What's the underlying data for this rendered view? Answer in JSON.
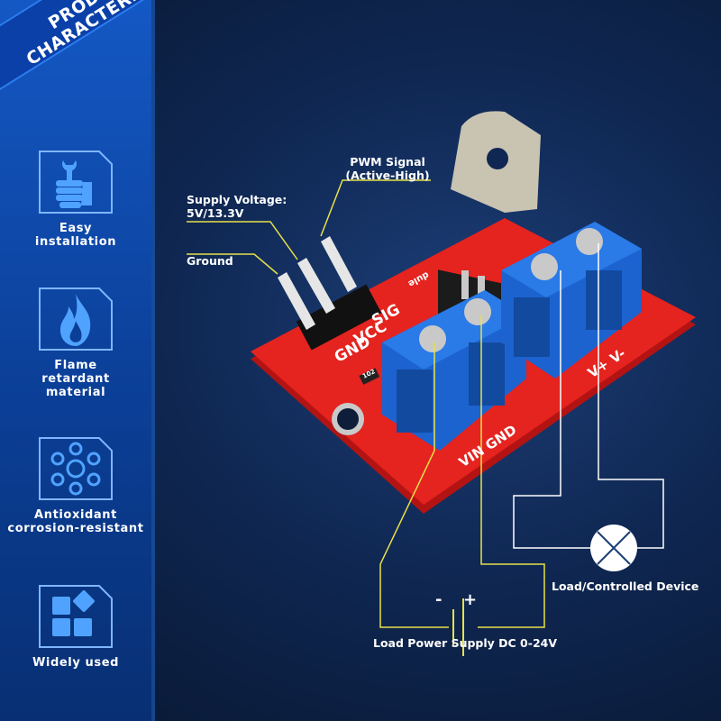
{
  "ribbon": {
    "line1": "PRODUCT",
    "line2": "CHARACTERISTIC"
  },
  "features": [
    {
      "icon": "hand-wrench-icon",
      "lines": [
        "Easy",
        "installation"
      ]
    },
    {
      "icon": "flame-icon",
      "lines": [
        "Flame",
        "retardant",
        "material"
      ]
    },
    {
      "icon": "molecule-icon",
      "lines": [
        "Antioxidant",
        "corrosion-resistant"
      ]
    },
    {
      "icon": "tiles-icon",
      "lines": [
        "Widely used"
      ]
    }
  ],
  "callouts": {
    "pwm_line1": "PWM Signal",
    "pwm_line2": "(Active-High)",
    "supply_line1": "Supply Voltage:",
    "supply_line2": "5V/13.3V",
    "ground": "Ground",
    "load": "Load/Controlled Device",
    "power_supply": "Load Power Supply DC 0-24V",
    "minus": "-",
    "plus": "+"
  },
  "pcb_labels": {
    "sig": "SIG",
    "vcc": "VCC",
    "gnd": "GND",
    "vin_gnd": "VIN GND",
    "v_plus_minus": "V+ V-",
    "module": "dule",
    "resistor": "102"
  },
  "colors": {
    "sidebar": "#0b3f97",
    "accent_blue": "#1f7cf0",
    "pcb_red": "#e5231f",
    "terminal_blue": "#1c63cf",
    "callout_line": "#e8e14a",
    "wire_white": "#ffffff"
  }
}
